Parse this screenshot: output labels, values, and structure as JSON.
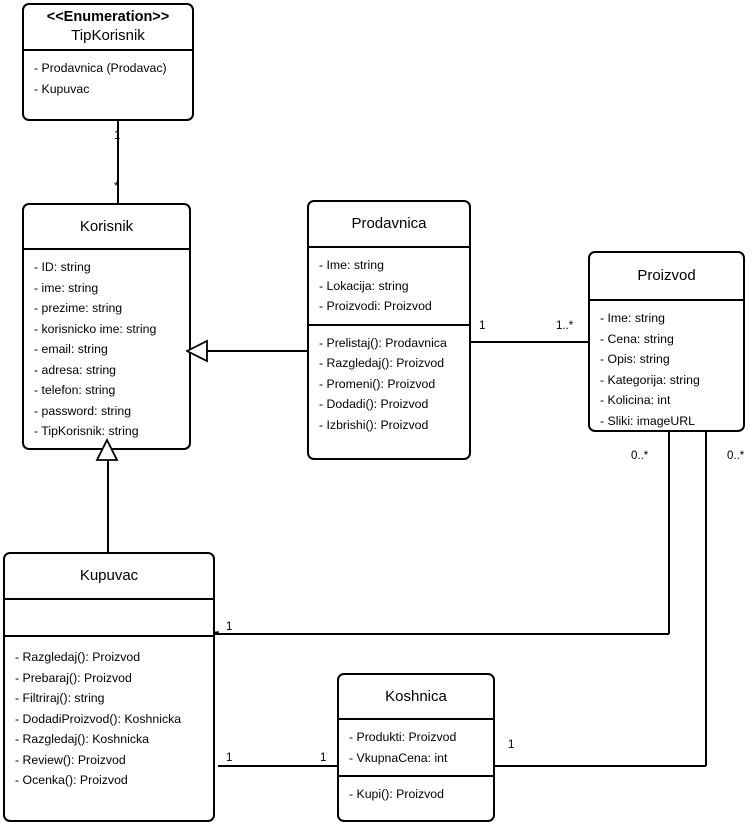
{
  "diagram": {
    "type": "uml-class-diagram",
    "title": "",
    "classes": [
      {
        "id": "tipkorisnik",
        "stereotype": "<<Enumeration>>",
        "name": "TipKorisnik",
        "attributes": [
          "- Prodavnica (Prodavac)",
          "- Kupuvac"
        ],
        "methods": []
      },
      {
        "id": "korisnik",
        "stereotype": "",
        "name": "Korisnik",
        "attributes": [
          "- ID: string",
          "- ime: string",
          "- prezime: string",
          "- korisnicko ime: string",
          "- email: string",
          "- adresa: string",
          "- telefon: string",
          "- password: string",
          "- TipKorisnik: string"
        ],
        "methods": []
      },
      {
        "id": "prodavnica",
        "stereotype": "",
        "name": "Prodavnica",
        "attributes": [
          "- Ime: string",
          "- Lokacija: string",
          "- Proizvodi: Proizvod"
        ],
        "methods": [
          "- Prelistaj(): Prodavnica",
          "- Razgledaj(): Proizvod",
          "- Promeni(): Proizvod",
          "- Dodadi(): Proizvod",
          "- Izbrishi(): Proizvod"
        ]
      },
      {
        "id": "proizvod",
        "stereotype": "",
        "name": "Proizvod",
        "attributes": [
          "- Ime: string",
          "- Cena: string",
          "- Opis: string",
          "- Kategorija: string",
          "- Kolicina: int",
          "- Sliki: imageURL"
        ],
        "methods": []
      },
      {
        "id": "kupuvac",
        "stereotype": "",
        "name": "Kupuvac",
        "attributes": [],
        "methods": [
          "- Razgledaj(): Proizvod",
          "- Prebaraj(): Proizvod",
          "- Filtriraj(): string",
          "- DodadiProizvod(): Koshnicka",
          "- Razgledaj(): Koshnicka",
          "- Review(): Proizvod",
          "- Ocenka(): Proizvod"
        ]
      },
      {
        "id": "koshnica",
        "stereotype": "",
        "name": "Koshnica",
        "attributes": [
          "- Produkti: Proizvod",
          "- VkupnaCena: int"
        ],
        "methods": [
          "- Kupi(): Proizvod"
        ]
      }
    ],
    "multiplicities": [
      {
        "id": "m-enum-top",
        "label": "1"
      },
      {
        "id": "m-korisnik-top",
        "label": "*"
      },
      {
        "id": "m-prodavnica-right",
        "label": "1"
      },
      {
        "id": "m-proizvod-left",
        "label": "1..*"
      },
      {
        "id": "m-proizvod-bottom-left",
        "label": "0..*"
      },
      {
        "id": "m-proizvod-bottom-right",
        "label": "0..*"
      },
      {
        "id": "m-kupuvac-right-upper",
        "label": "1"
      },
      {
        "id": "m-kupuvac-right-lower",
        "label": "1"
      },
      {
        "id": "m-koshnica-left",
        "label": "1"
      },
      {
        "id": "m-koshnica-right",
        "label": "1"
      }
    ],
    "colors": {
      "stroke": "#000000",
      "fill": "#ffffff",
      "text": "#000000"
    }
  }
}
